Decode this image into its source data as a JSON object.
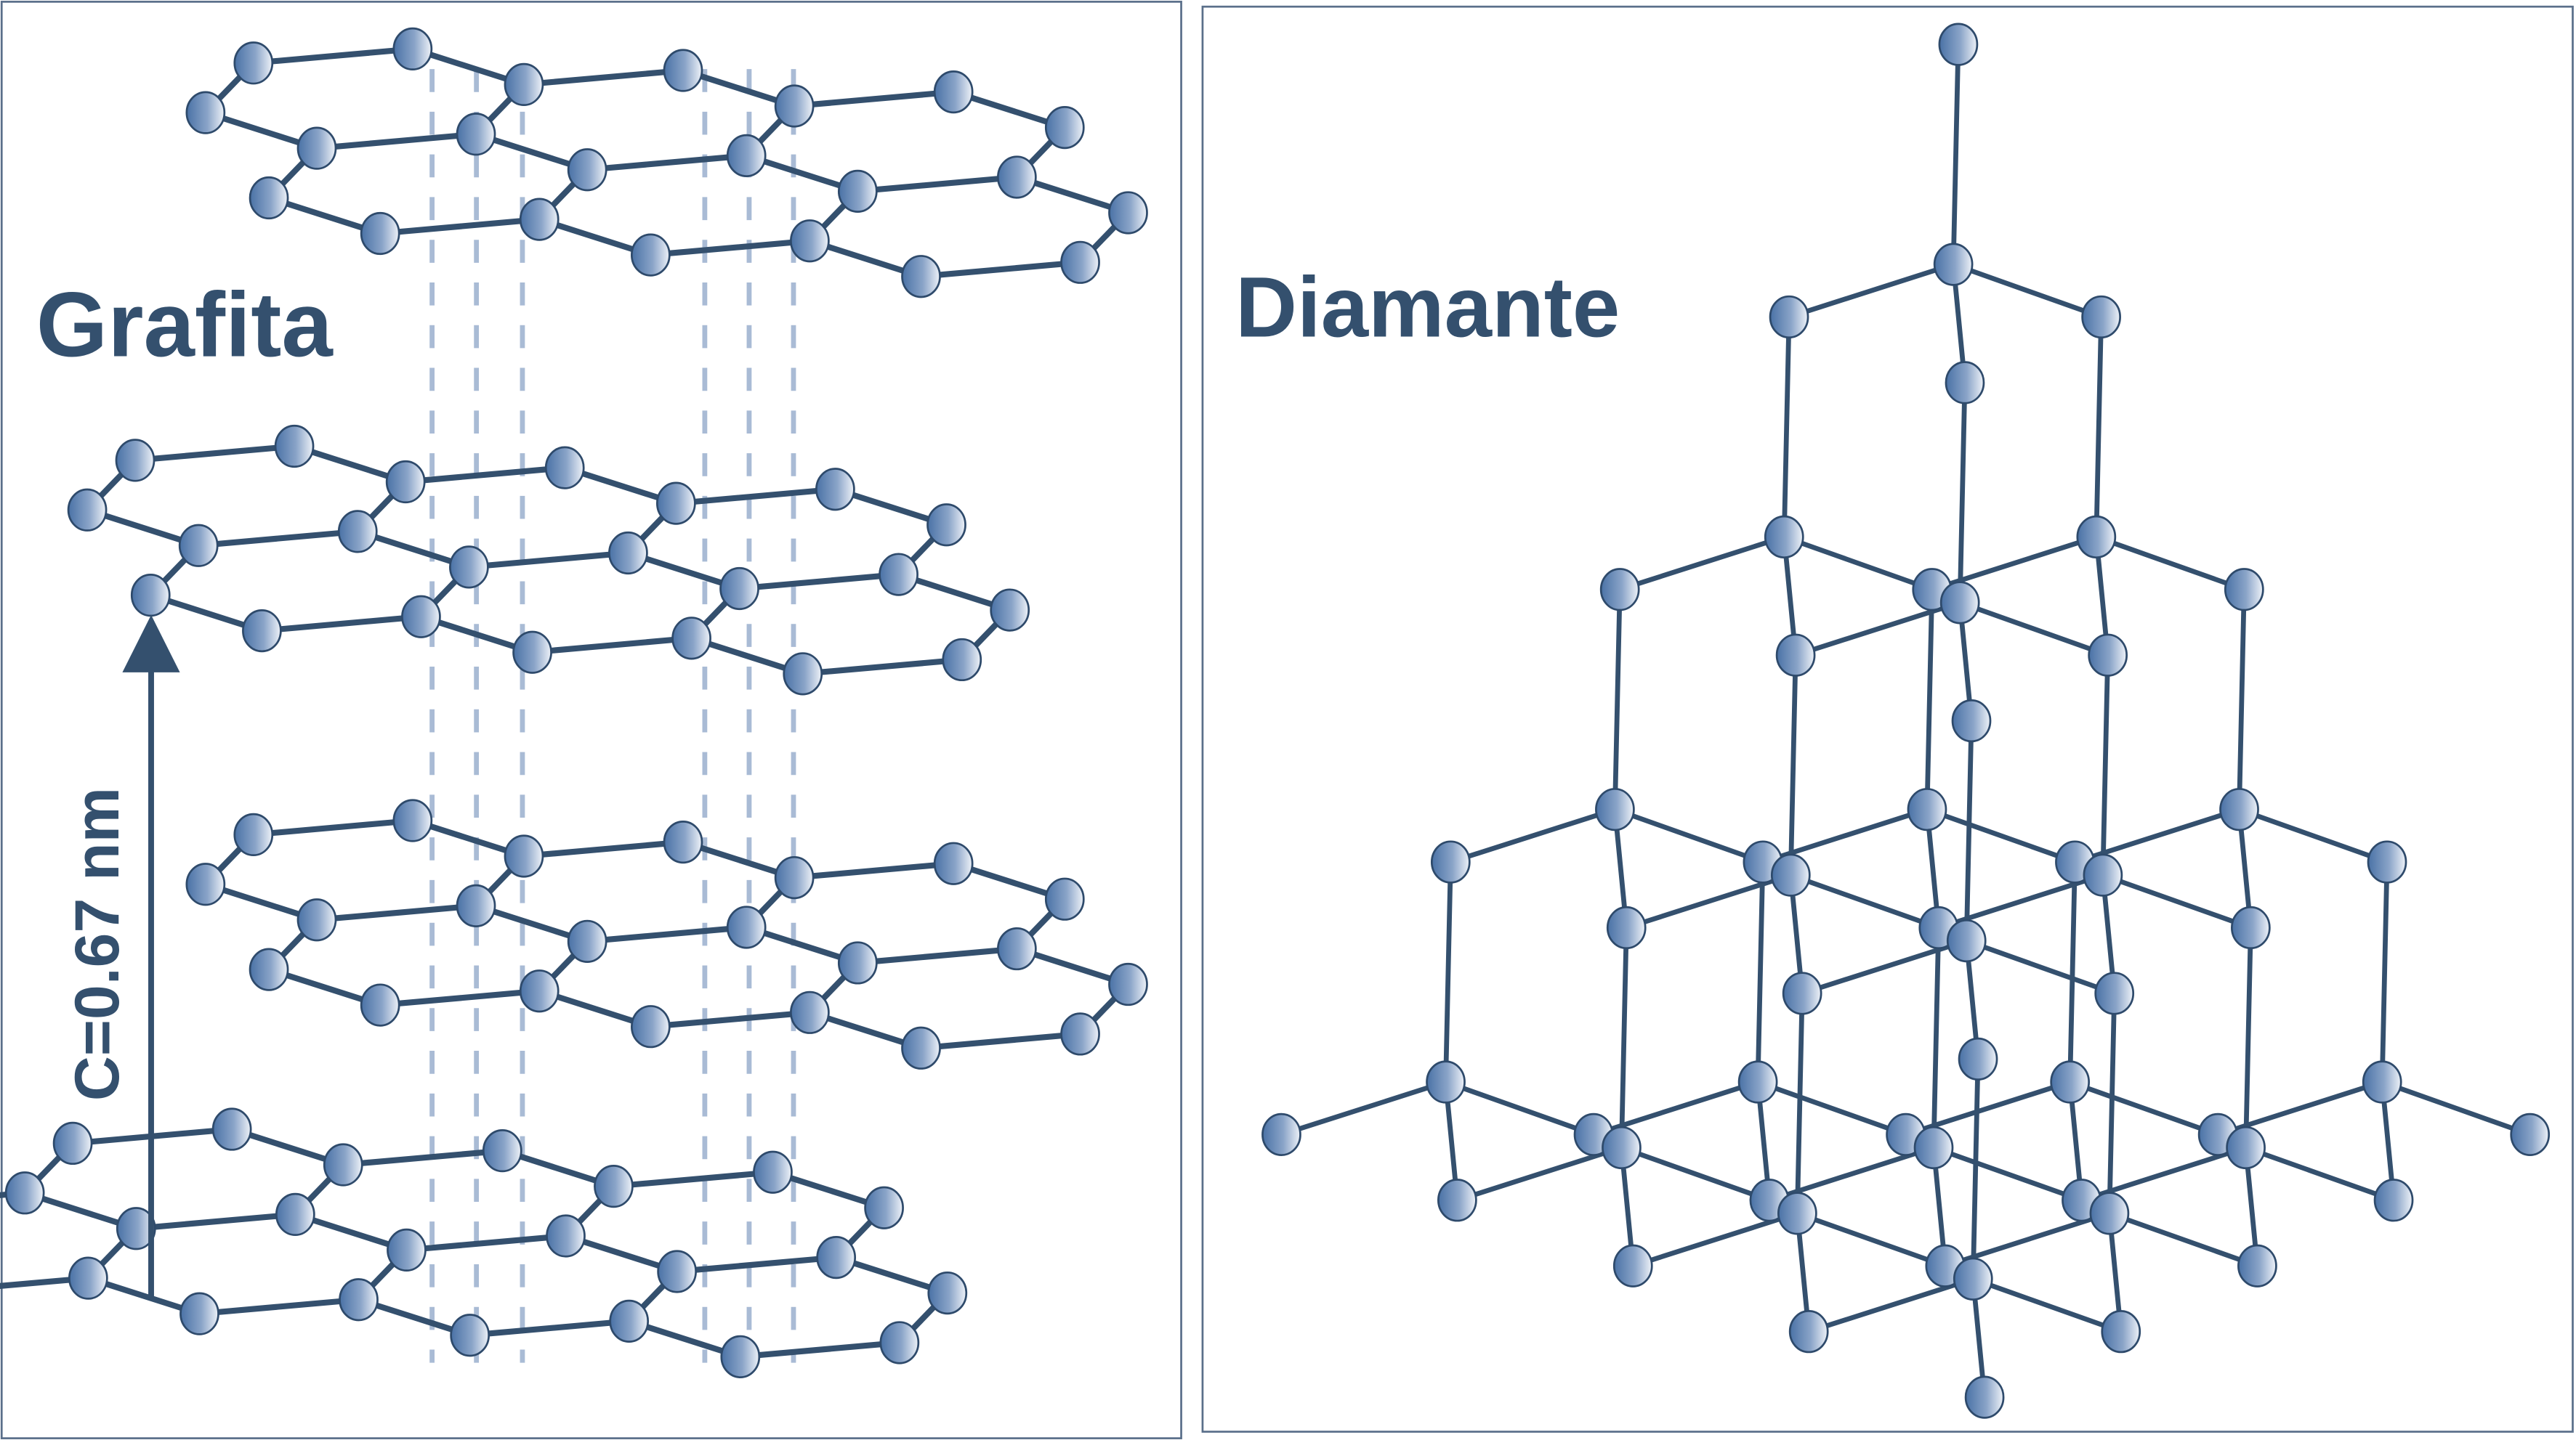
{
  "panels": {
    "graphite": {
      "title": "Grafita",
      "spacing_label": "C=0.67 nm"
    },
    "diamond": {
      "title": "Diamante"
    }
  },
  "colors": {
    "bond": "#34506e",
    "atom_dark": "#4a72a6",
    "atom_light": "#eef2f8",
    "interlayer_dash": "#a9bbd5",
    "text": "#34506e"
  }
}
